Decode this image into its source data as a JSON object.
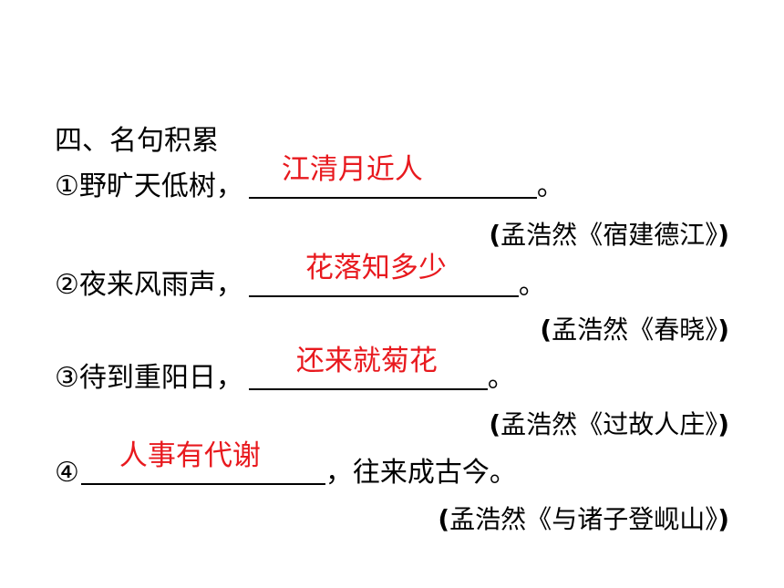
{
  "heading": "四、名句积累",
  "items": [
    {
      "number": "①",
      "before": "野旷天低树，",
      "answer": "江清月近人",
      "after": "。",
      "source_author": "孟浩然",
      "source_title": "《宿建德江》"
    },
    {
      "number": "②",
      "before": "夜来风雨声，",
      "answer": "花落知多少",
      "after": "。",
      "source_author": "孟浩然",
      "source_title": "《春晓》"
    },
    {
      "number": "③",
      "before": "待到重阳日，",
      "answer": "还来就菊花",
      "after": "。",
      "source_author": "孟浩然",
      "source_title": "《过故人庄》"
    },
    {
      "number": "④",
      "before": "",
      "answer": "人事有代谢",
      "after": "，往来成古今。",
      "source_author": "孟浩然",
      "source_title": "《与诸子登岘山》"
    }
  ],
  "colors": {
    "answer": "#e8191e",
    "text": "#000000",
    "background": "#ffffff"
  }
}
